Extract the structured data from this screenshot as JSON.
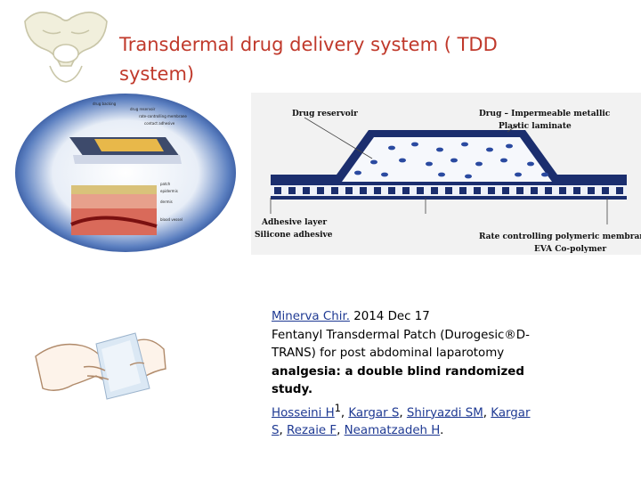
{
  "slide": {
    "title_line1": "Transdermal drug delivery system ( TDD",
    "title_line2": "system)"
  },
  "oval_illustration": {
    "labels": [
      "drug backing",
      "drug reservoir",
      "rate-controlling membrane",
      "contact adhesive",
      "patch",
      "epidermis",
      "dermis",
      "blood vessel"
    ]
  },
  "patch_diagram": {
    "labels": {
      "drug_reservoir": "Drug reservoir",
      "impermeable": "Drug – Impermeable metallic",
      "plastic": "Plastic laminate",
      "adhesive_layer": "Adhesive layer",
      "silicone": "Silicone adhesive",
      "rate_membrane": "Rate controlling polymeric membrane",
      "eva": "EVA Co-polymer"
    }
  },
  "citation": {
    "journal": "Minerva Chir.",
    "date": " 2014 Dec 17",
    "title_line1": "Fentanyl Transdermal Patch (Durogesic®D-",
    "title_line2": "TRANS) for post abdominal laparotomy",
    "title_line3": "analgesia: a double blind randomized study.",
    "author1": "Hosseini H",
    "author1_sup": "1",
    "author2": "Kargar S",
    "author3": "Shiryazdi SM",
    "author4a": "Kargar",
    "author4b": "S",
    "author5": "Rezaie F",
    "author6": "Neamatzadeh H",
    "sep": ", ",
    "end": "."
  }
}
